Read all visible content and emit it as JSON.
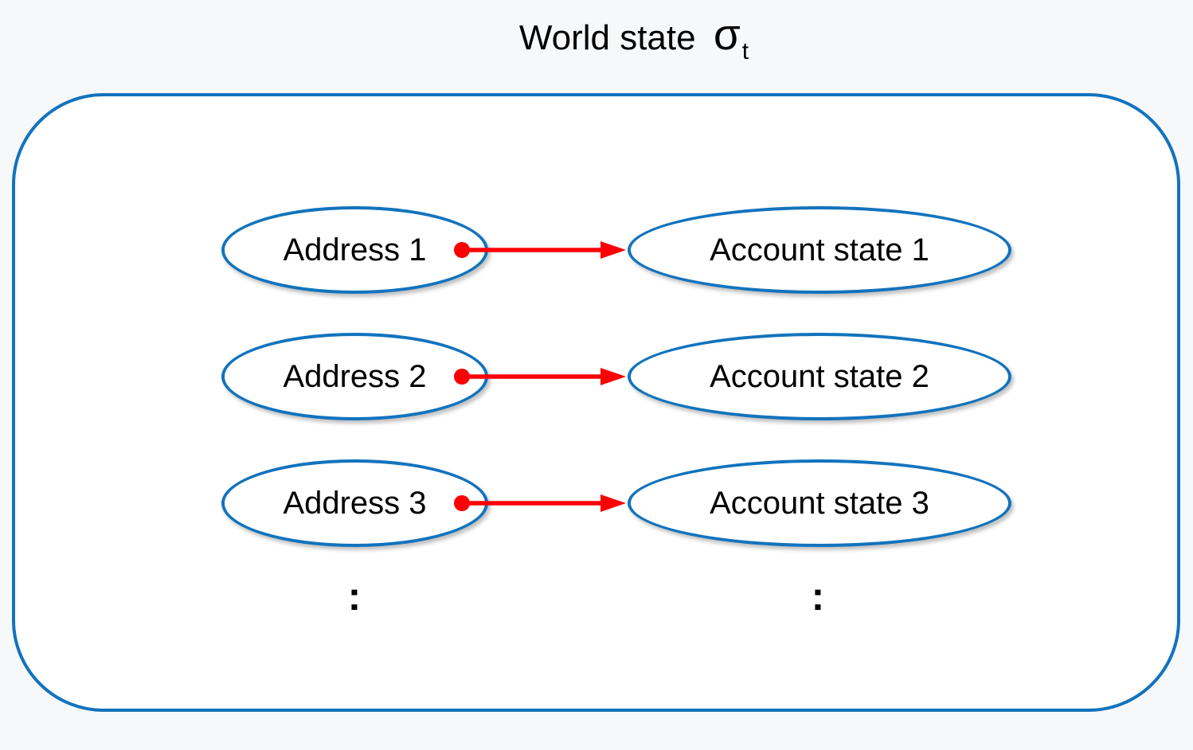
{
  "title": {
    "text": "World state",
    "sigma": "σ",
    "subscript": "t"
  },
  "palette": {
    "node_stroke": "#1273bd",
    "arrow": "#fb0105",
    "page_bg": "#f7f8fa",
    "box_bg": "#ffffff",
    "text": "#000000"
  },
  "world_state": {
    "mappings": [
      {
        "address": "Address 1",
        "account": "Account state 1"
      },
      {
        "address": "Address 2",
        "account": "Account state 2"
      },
      {
        "address": "Address 3",
        "account": "Account state 3"
      }
    ],
    "address_ellipsis": ":",
    "account_ellipsis": ":"
  }
}
